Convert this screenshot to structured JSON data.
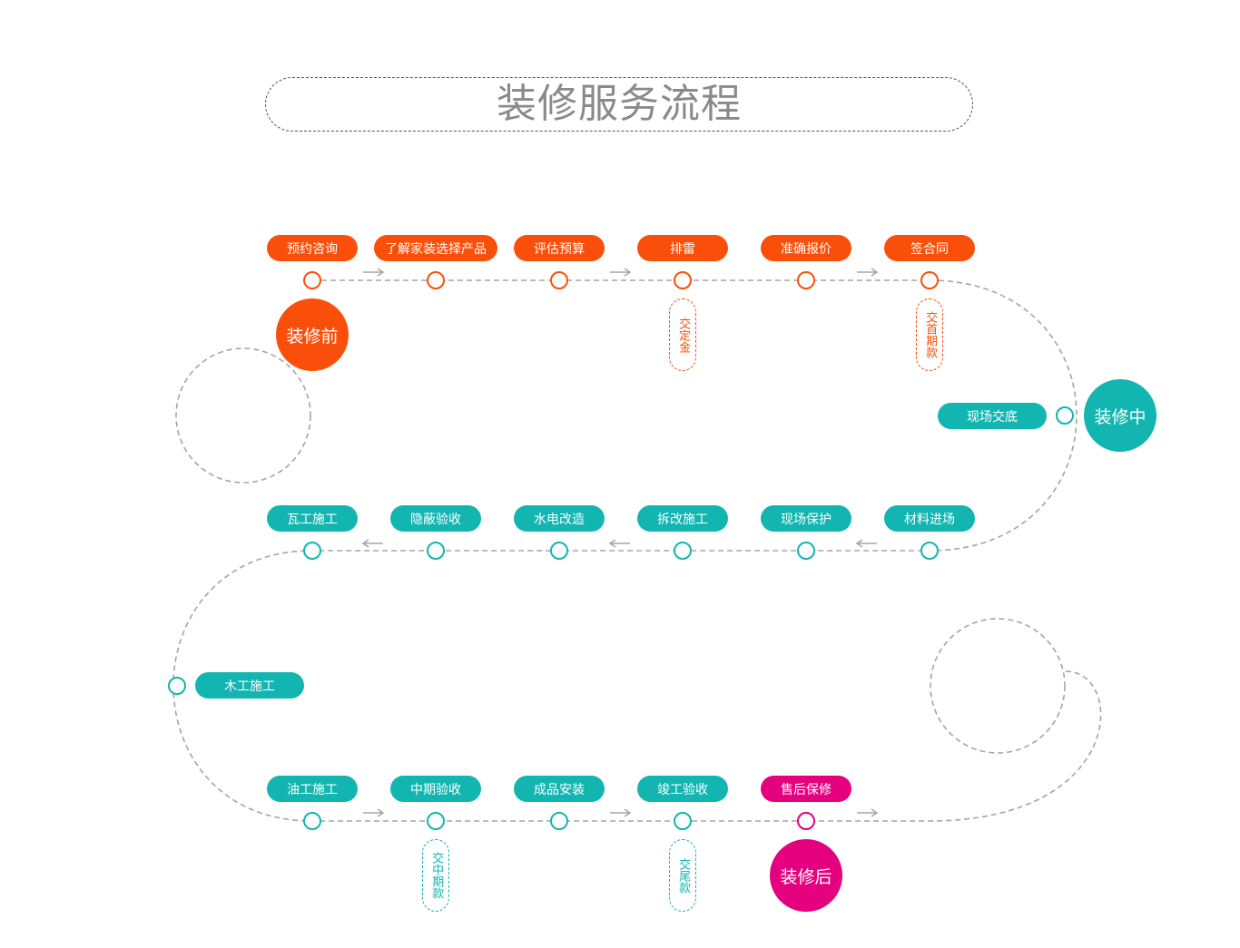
{
  "title": "装修服务流程",
  "colors": {
    "orange": "#fa4f0a",
    "teal": "#13b5b1",
    "pink": "#e4007f",
    "dash": "#a5a5a5"
  },
  "phases": {
    "before": "装修前",
    "during": "装修中",
    "after": "装修后"
  },
  "row1": [
    "预约咨询",
    "了解家装选择产品",
    "评估预算",
    "排雷",
    "准确报价",
    "签合同"
  ],
  "row1_tags": {
    "deposit": "交定金",
    "first_payment": "交首期款"
  },
  "right_step": "现场交底",
  "row2": [
    "材料进场",
    "现场保护",
    "拆改施工",
    "水电改造",
    "隐蔽验收",
    "瓦工施工"
  ],
  "left_step": "木工施工",
  "row3": [
    "油工施工",
    "中期验收",
    "成品安装",
    "竣工验收",
    "售后保修"
  ],
  "row3_tags": {
    "mid_payment": "交中期款",
    "final_payment": "交尾款"
  }
}
